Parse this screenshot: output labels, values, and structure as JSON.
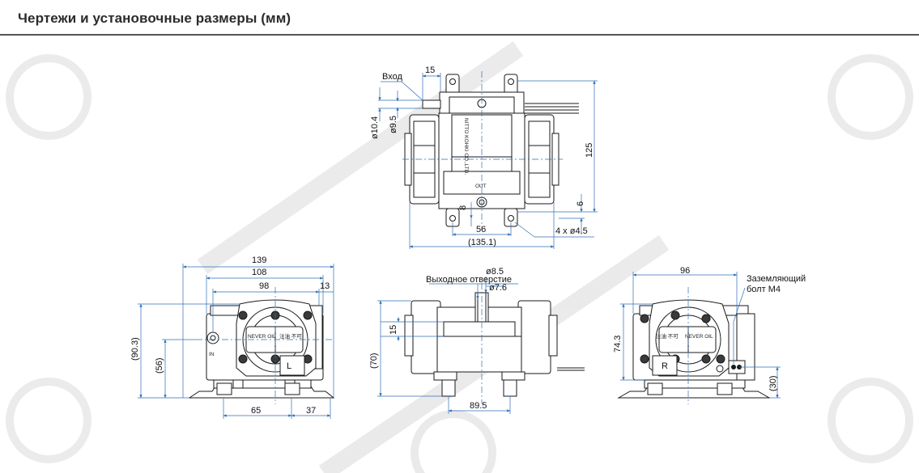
{
  "page": {
    "title": "Чертежи и установочные размеры (мм)"
  },
  "top_view": {
    "inlet_label": "Вход",
    "pump_label": "NITTO KOHKI CO.,LTD.",
    "out_label": "OUT",
    "dims": {
      "d15": "15",
      "d10_4": "ø10.4",
      "d9_5": "ø9.5",
      "d125": "125",
      "d6": "6",
      "d8": "8",
      "d56": "56",
      "d135_1": "(135.1)",
      "holes": "4 x ø4.5"
    }
  },
  "front_view": {
    "plate_never_oil": "NEVER OIL",
    "plate_jp": "注油 不可",
    "in_label": "IN",
    "l_label": "L",
    "dims": {
      "d139": "139",
      "d108": "108",
      "d98": "98",
      "d13": "13",
      "d90_3": "(90.3)",
      "d56": "(56)",
      "d65": "65",
      "d37": "37"
    }
  },
  "side_view": {
    "outlet_label": "Выходное отверстие",
    "dims": {
      "d8_5": "ø8.5",
      "d7_6": "ø7.6",
      "d15": "15",
      "d70": "(70)",
      "d89_5": "89.5"
    }
  },
  "rear_view": {
    "ground_label_1": "Заземляющий",
    "ground_label_2": "болт М4",
    "plate_never_oil": "NEVER OIL",
    "plate_jp": "注油 不可",
    "r_label": "R",
    "dims": {
      "d96": "96",
      "d74_3": "74.3",
      "d30": "(30)"
    }
  },
  "colors": {
    "line": "#1a1a1a",
    "dimension": "#2f6fb5",
    "body": "#ffffff",
    "fill_dark": "#3a3a3a",
    "header_rule": "#555555"
  }
}
